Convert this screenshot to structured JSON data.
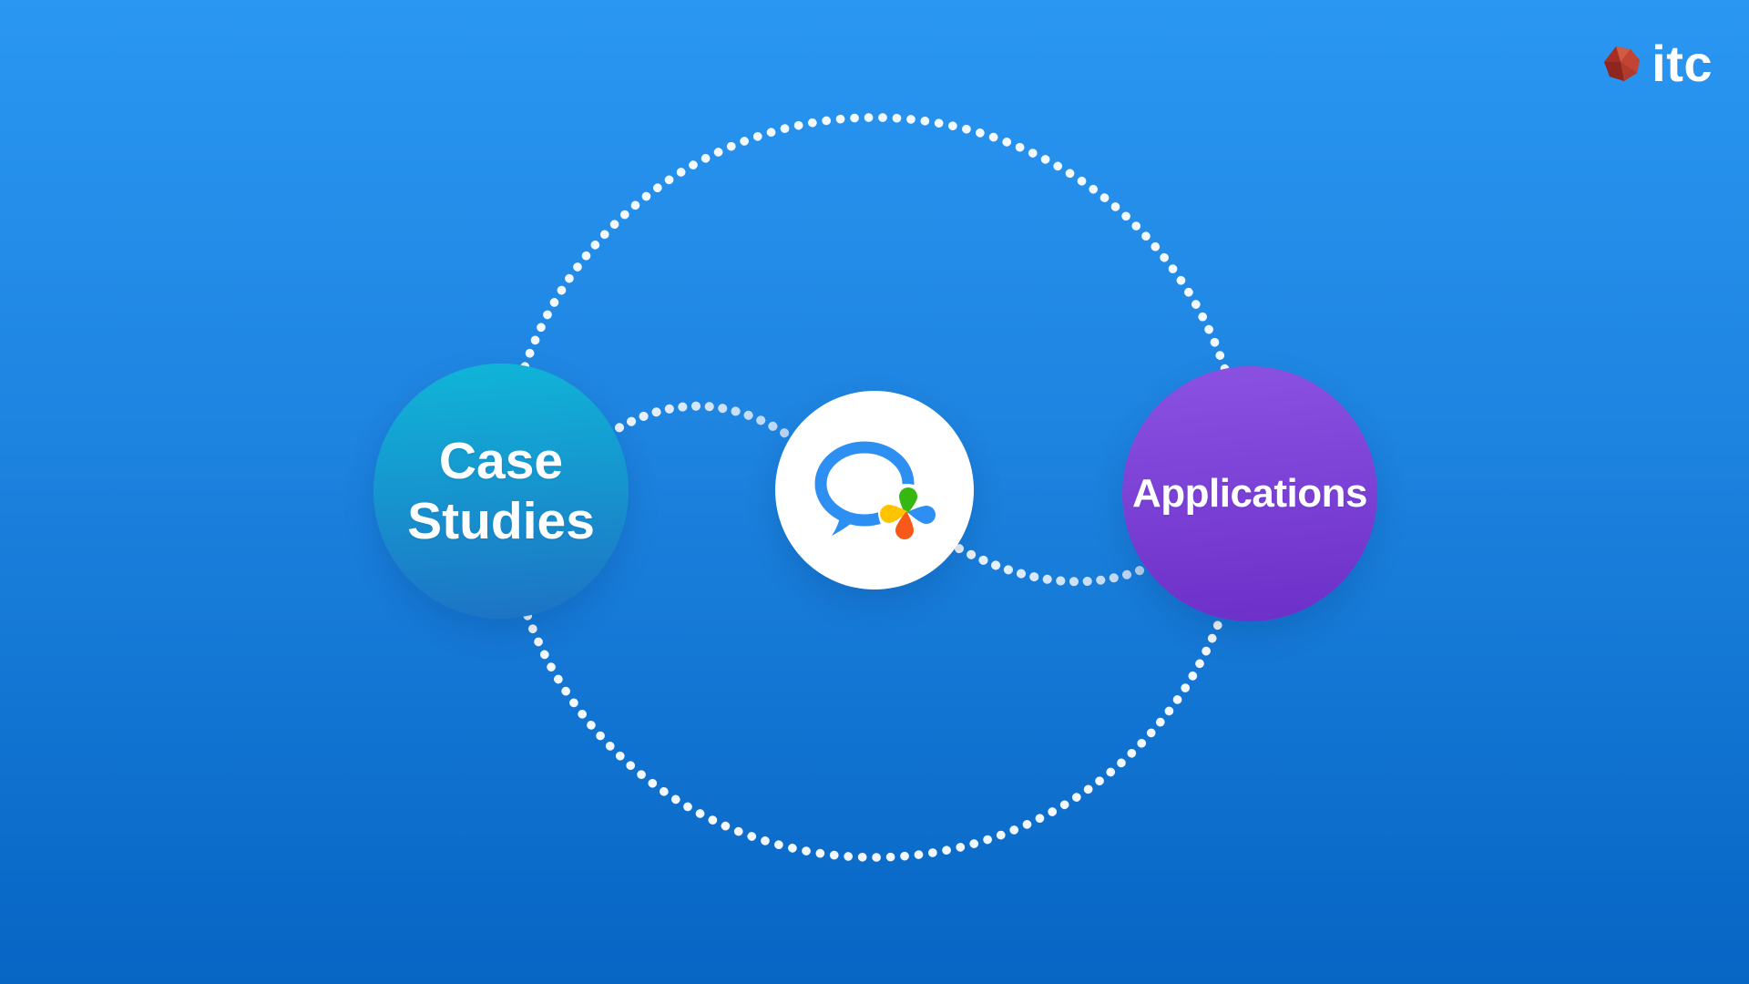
{
  "brand": {
    "name": "itc"
  },
  "nodes": {
    "case_studies": {
      "label": "Case Studies"
    },
    "center": {
      "logo": "wechat-work-logo"
    },
    "applications": {
      "label": "Applications"
    }
  },
  "icons": {
    "brand": "gem-icon",
    "center": "wechat-work-bubble-icon"
  },
  "colors": {
    "bg_top": "#2A97F2",
    "bg_bottom": "#0765C4",
    "case_top": "#10B6D8",
    "case_bottom": "#1D72C4",
    "apps_top": "#8B52E2",
    "apps_bottom": "#6C2FC8",
    "dots": "#FFFFFF",
    "dots_fade": "#BDD7F4",
    "wecom_blue": "#2E8FF2",
    "wecom_green": "#35B812",
    "wecom_yellow": "#FFC400",
    "wecom_orange": "#F9581B",
    "gem_red": "#B5332B",
    "text": "#FFFFFF"
  }
}
